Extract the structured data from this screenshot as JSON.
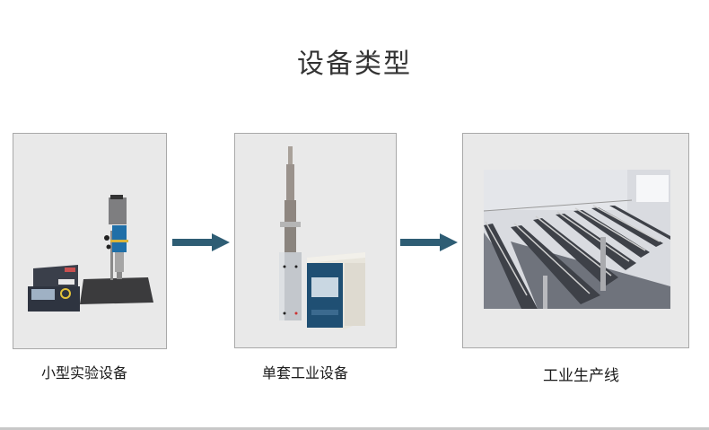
{
  "title": "设备类型",
  "colors": {
    "arrow": "#2e5d74",
    "box_bg": "#e9e9e9",
    "box_border": "#a9a9a9",
    "bottom_line": "#c8c8c8"
  },
  "steps": [
    {
      "label": "小型实验设备",
      "image": "small-lab-ultrasonic-device"
    },
    {
      "label": "单套工业设备",
      "image": "single-industrial-ultrasonic-device"
    },
    {
      "label": "工业生产线",
      "image": "industrial-production-line-photo"
    }
  ],
  "arrows": [
    {
      "icon": "arrow-right-icon"
    },
    {
      "icon": "arrow-right-icon"
    }
  ]
}
